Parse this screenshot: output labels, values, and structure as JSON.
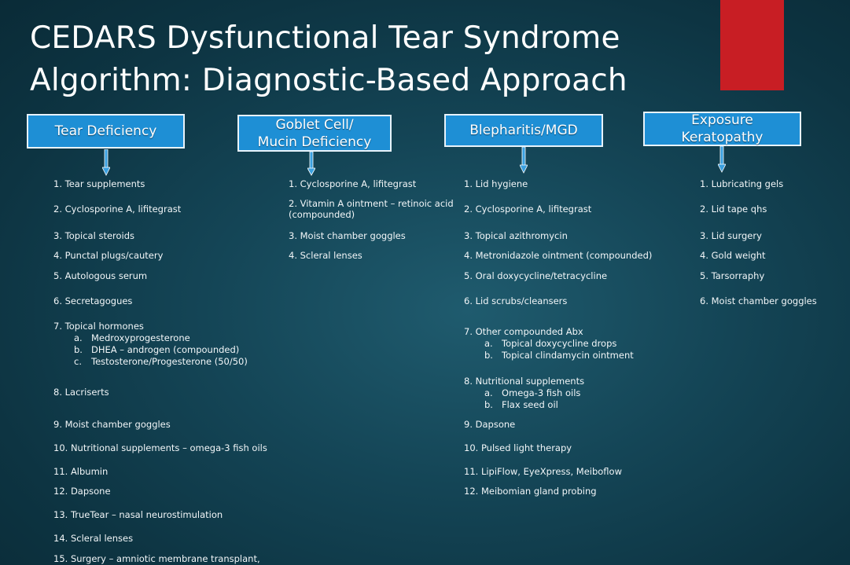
{
  "title_line1": "CEDARS Dysfunctional Tear Syndrome",
  "title_line2": "Algorithm: Diagnostic-Based Approach",
  "accent_color": "#c81e24",
  "header_color": "#1e8fd5",
  "columns": [
    {
      "header_line1": "Tear Deficiency",
      "header_line2": "",
      "items": [
        "1. Tear supplements",
        "2. Cyclosporine A, lifitegrast",
        "3. Topical steroids",
        "4. Punctal plugs/cautery",
        "5. Autologous serum",
        "6. Secretagogues",
        "7. Topical hormones",
        "8. Lacriserts",
        "9. Moist chamber goggles",
        "10. Nutritional supplements – omega-3 fish oils",
        "11. Albumin",
        "12. Dapsone",
        "13. TrueTear – nasal neurostimulation",
        "14. Scleral lenses",
        "15. Surgery – amniotic membrane transplant,"
      ],
      "subitems": [
        {
          "letter": "a.",
          "text": "Medroxyprogesterone"
        },
        {
          "letter": "b.",
          "text": "DHEA – androgen (compounded)"
        },
        {
          "letter": "c.",
          "text": "Testosterone/Progesterone (50/50)"
        }
      ]
    },
    {
      "header_line1": "Goblet Cell/",
      "header_line2": "Mucin Deficiency",
      "items": [
        "1. Cyclosporine A, lifitegrast",
        "2. Vitamin A ointment – retinoic acid",
        "(compounded)",
        "3. Moist chamber goggles",
        "4. Scleral lenses"
      ]
    },
    {
      "header_line1": "Blepharitis/MGD",
      "header_line2": "",
      "items": [
        "1. Lid hygiene",
        "2. Cyclosporine A, lifitegrast",
        "3. Topical azithromycin",
        "4. Metronidazole ointment (compounded)",
        "5. Oral doxycycline/tetracycline",
        "6. Lid scrubs/cleansers",
        "7. Other compounded Abx",
        "8. Nutritional supplements",
        "9. Dapsone",
        "10. Pulsed light therapy",
        "11. LipiFlow, EyeXpress, Meiboflow",
        "12. Meibomian gland probing"
      ],
      "subitems7": [
        {
          "letter": "a.",
          "text": "Topical doxycycline drops"
        },
        {
          "letter": "b.",
          "text": "Topical clindamycin ointment"
        }
      ],
      "subitems8": [
        {
          "letter": "a.",
          "text": "Omega-3 fish oils"
        },
        {
          "letter": "b.",
          "text": "Flax seed oil"
        }
      ]
    },
    {
      "header_line1": "Exposure",
      "header_line2": "Keratopathy",
      "items": [
        "1. Lubricating gels",
        "2. Lid tape qhs",
        "3. Lid surgery",
        "4. Gold weight",
        "5. Tarsorraphy",
        "6. Moist chamber goggles"
      ]
    }
  ]
}
